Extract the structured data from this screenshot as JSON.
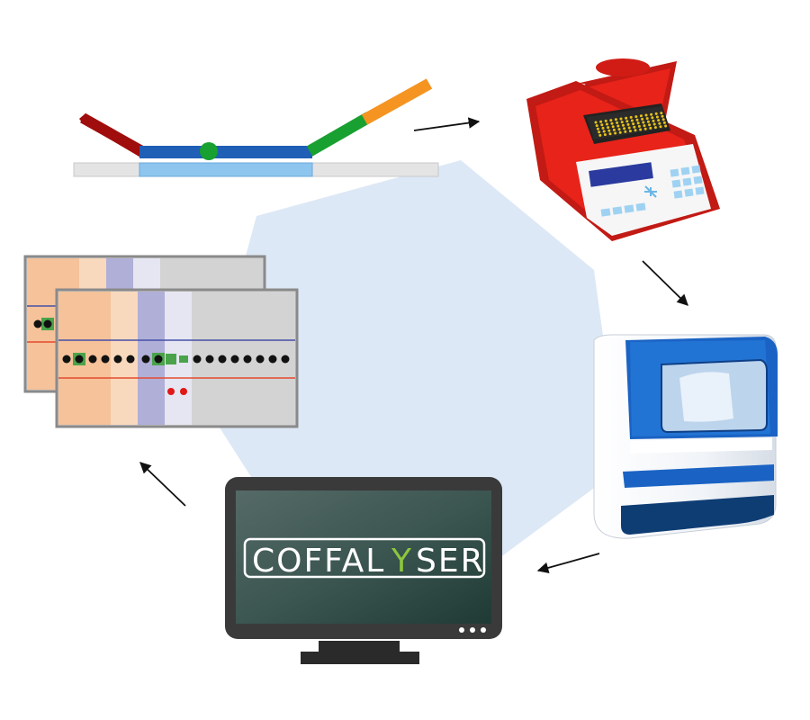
{
  "diagram": {
    "type": "workflow-cycle",
    "steps": [
      {
        "id": "probe-hybridization",
        "icon": "mlpa-probe-icon"
      },
      {
        "id": "pcr-amplification",
        "icon": "thermal-cycler-icon"
      },
      {
        "id": "capillary-electrophoresis",
        "icon": "sequencer-icon"
      },
      {
        "id": "data-analysis",
        "icon": "monitor-icon"
      },
      {
        "id": "results",
        "icon": "electropherogram-icon"
      }
    ],
    "software": {
      "logo_text_left": "COFFAL",
      "logo_text_right": "SER",
      "logo_glyph": "Y"
    }
  },
  "colors": {
    "background_hexagon": "#dde8f6",
    "probe_dark_red": "#a00d0d",
    "probe_blue": "#1f5fb5",
    "probe_green": "#18a030",
    "probe_orange": "#f59421",
    "probe_light_blue": "#8ec5ee",
    "thermo_red": "#e8231a",
    "sequencer_blue": "#1a63c4",
    "monitor_dark": "#3a3a3a",
    "screen_green": "#2f4f4a",
    "logo_accent": "#8dc63f"
  }
}
